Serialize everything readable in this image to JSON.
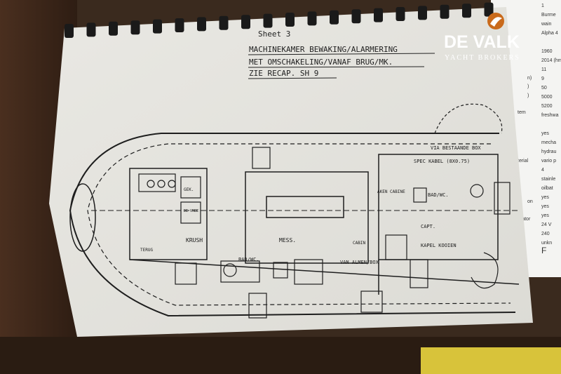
{
  "logo": {
    "brand": "DE VALK",
    "tagline": "YACHT BROKERS"
  },
  "notebook": {
    "sheet": "Sheet 3",
    "heading_lines": [
      "MACHINEKAMER BEWAKING/ALARMERING",
      "MET OMSCHAKELING/VANAF BRUG/MK.",
      "ZIE RECAP. SH 9"
    ]
  },
  "plan_labels": {
    "crew": "KRUSH",
    "mess": "MESS.",
    "bad_wc": "BAD/WC.",
    "bad_wc_2": "BAD/WC.",
    "van_almen": "VAN ALMEN/BOX",
    "bestaande": "VIA BESTAANDE BOX",
    "speciaal": "SPEC KABEL (8X0.75)",
    "cabin": "CABIN",
    "captain": "CAPT.",
    "kooien": "KAPEL KOOIEN",
    "aken_cabine": "AKEN CABINE",
    "small_1": "GEK.",
    "small_2": "DE VREE",
    "small_3": "TERUG"
  },
  "spec_sheet": {
    "lines": [
      "1",
      "Burme",
      "wain",
      "Alpha 4",
      "",
      "1960",
      "2014 (hm",
      "11",
      "9",
      "50",
      "5000",
      "5200",
      "freshwa",
      "",
      "yes",
      "mecha",
      "hydrau",
      "vario p",
      "4",
      "stainle",
      "oilbat",
      "yes",
      "yes",
      "yes",
      "24 V",
      "240",
      "unkn",
      "F"
    ],
    "keys": [
      "n)",
      ")",
      ")",
      "tem",
      "",
      "terial",
      "",
      "",
      "on",
      "",
      "erator"
    ]
  },
  "colors": {
    "paper": "#ecebe6",
    "ink": "#1e1e1e",
    "table": "#3a2a1e",
    "logo_accent": "#c96a1b"
  }
}
